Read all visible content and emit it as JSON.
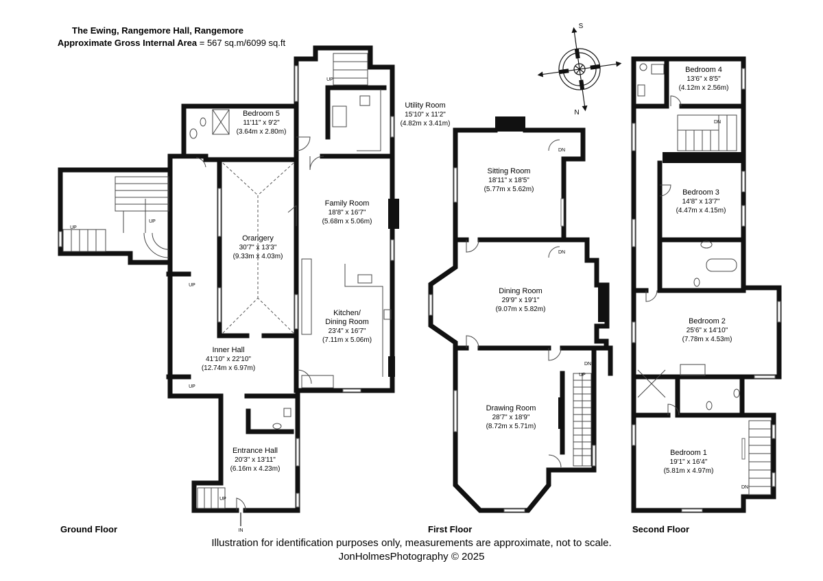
{
  "header": {
    "title": "The Ewing, Rangemore Hall, Rangemore",
    "area_label": "Approximate Gross Internal Area",
    "area_value": "= 567 sq.m/6099 sq.ft"
  },
  "compass": {
    "north": "N",
    "south": "S"
  },
  "floors": {
    "ground": "Ground Floor",
    "first": "First Floor",
    "second": "Second Floor"
  },
  "rooms": {
    "bedroom5": {
      "name": "Bedroom 5",
      "imperial": "11'11\" x 9'2\"",
      "metric": "(3.64m x 2.80m)"
    },
    "utility": {
      "name": "Utility Room",
      "imperial": "15'10\" x 11'2\"",
      "metric": "(4.82m x 3.41m)"
    },
    "family": {
      "name": "Family Room",
      "imperial": "18'8\" x 16'7\"",
      "metric": "(5.68m x 5.06m)"
    },
    "orangery": {
      "name": "Orangery",
      "imperial": "30'7\" x 13'3\"",
      "metric": "(9.33m x 4.03m)"
    },
    "kitchen": {
      "name1": "Kitchen/",
      "name2": "Dining Room",
      "imperial": "23'4\" x 16'7\"",
      "metric": "(7.11m x 5.06m)"
    },
    "innerhall": {
      "name": "Inner Hall",
      "imperial": "41'10\" x 22'10\"",
      "metric": "(12.74m x 6.97m)"
    },
    "entrance": {
      "name": "Entrance Hall",
      "imperial": "20'3\" x 13'11\"",
      "metric": "(6.16m x 4.23m)"
    },
    "sitting": {
      "name": "Sitting Room",
      "imperial": "18'11\" x 18'5\"",
      "metric": "(5.77m x 5.62m)"
    },
    "dining": {
      "name": "Dining Room",
      "imperial": "29'9\" x 19'1\"",
      "metric": "(9.07m x 5.82m)"
    },
    "drawing": {
      "name": "Drawing Room",
      "imperial": "28'7\" x 18'9\"",
      "metric": "(8.72m x 5.71m)"
    },
    "bedroom4": {
      "name": "Bedroom 4",
      "imperial": "13'6\" x 8'5\"",
      "metric": "(4.12m x 2.56m)"
    },
    "bedroom3": {
      "name": "Bedroom 3",
      "imperial": "14'8\" x 13'7\"",
      "metric": "(4.47m x 4.15m)"
    },
    "bedroom2": {
      "name": "Bedroom 2",
      "imperial": "25'6\" x 14'10\"",
      "metric": "(7.78m x 4.53m)"
    },
    "bedroom1": {
      "name": "Bedroom 1",
      "imperial": "19'1\" x 16'4\"",
      "metric": "(5.81m x 4.97m)"
    }
  },
  "markers": {
    "up": "UP",
    "down": "DN",
    "in": "IN"
  },
  "footer": {
    "disclaimer": "Illustration for identification purposes only, measurements are approximate, not to scale.",
    "credit": "JonHolmesPhotography © 2025"
  }
}
